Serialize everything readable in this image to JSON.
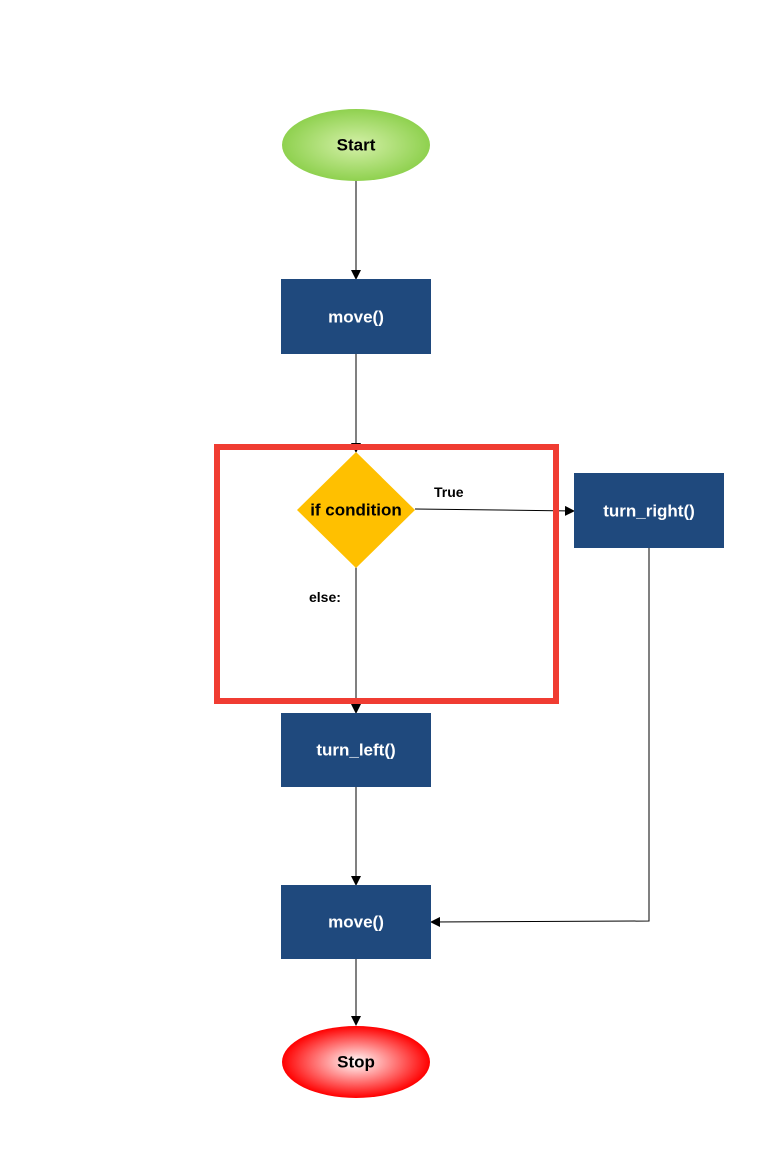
{
  "diagram": {
    "nodes": {
      "start": {
        "label": "Start",
        "shape": "ellipse",
        "fill_light": "#d4f0a8",
        "fill_dark": "#8fd14f",
        "text_color": "#000000"
      },
      "move1": {
        "label": "move()",
        "shape": "rectangle",
        "fill": "#1f497d",
        "text_color": "#ffffff"
      },
      "condition": {
        "label": "if condition",
        "shape": "diamond",
        "fill": "#ffc000",
        "text_color": "#000000"
      },
      "turn_right": {
        "label": "turn_right()",
        "shape": "rectangle",
        "fill": "#1f497d",
        "text_color": "#ffffff"
      },
      "turn_left": {
        "label": "turn_left()",
        "shape": "rectangle",
        "fill": "#1f497d",
        "text_color": "#ffffff"
      },
      "move2": {
        "label": "move()",
        "shape": "rectangle",
        "fill": "#1f497d",
        "text_color": "#ffffff"
      },
      "stop": {
        "label": "Stop",
        "shape": "ellipse",
        "fill_light": "#ffffff",
        "fill_dark": "#ff0000",
        "text_color": "#000000"
      }
    },
    "edges": {
      "true_label": "True",
      "else_label": "else:"
    },
    "edge_color": "#000000",
    "highlight_color": "#f03c32"
  }
}
